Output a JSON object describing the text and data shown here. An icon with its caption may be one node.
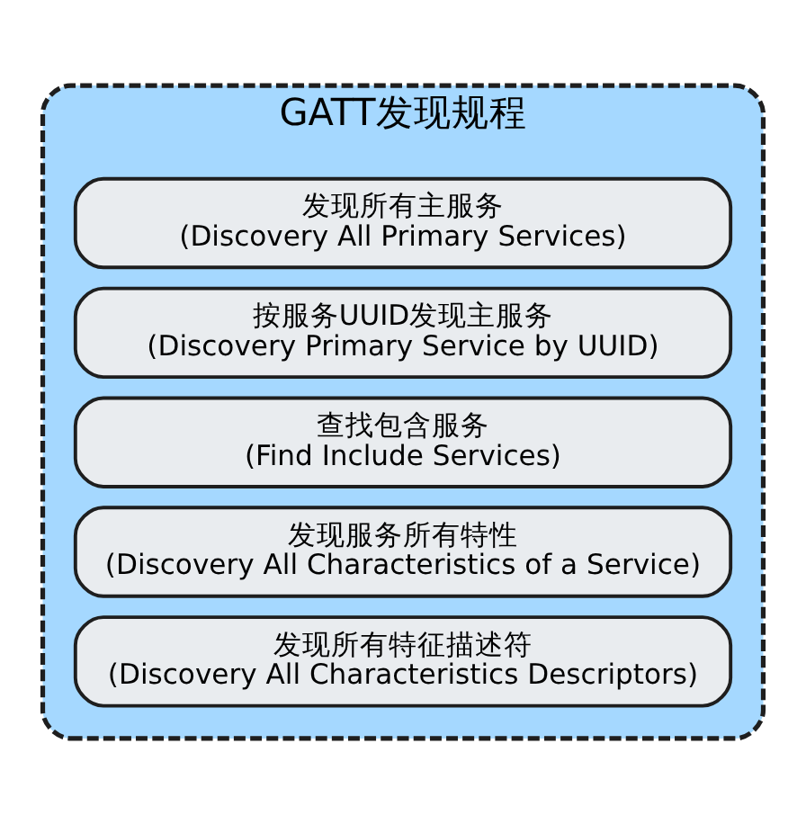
{
  "diagram": {
    "nodes": [
      {
        "text": [
          "GATT发现规程"
        ]
      },
      {
        "text": [
          "发现所有主服务",
          "(Discovery All Primary Services)"
        ],
        "in": 0
      },
      {
        "text": [
          "按服务UUID发现主服务",
          "(Discovery Primary Service by UUID)"
        ],
        "in": 0
      },
      {
        "text": [
          "查找包含服务",
          "(Find Include Services)"
        ],
        "in": 0
      },
      {
        "text": [
          "发现服务所有特性",
          "(Discovery All Characteristics of a Service)"
        ],
        "in": 0
      },
      {
        "text": [
          "发现所有特征描述符",
          "(Discovery All Characteristics Descriptors)"
        ],
        "in": 0
      }
    ],
    "edges": []
  }
}
